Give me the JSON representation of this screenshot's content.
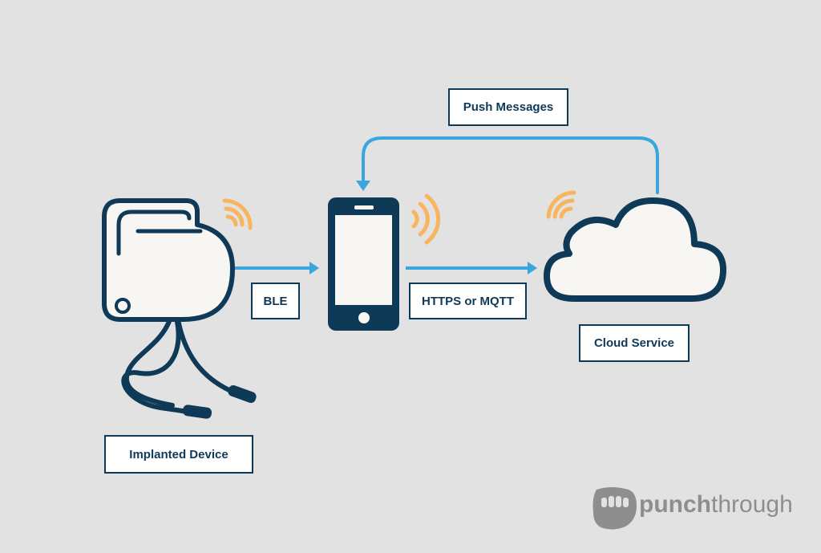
{
  "labels": {
    "push_messages": "Push Messages",
    "ble": "BLE",
    "https_mqtt": "HTTPS or MQTT",
    "cloud_service": "Cloud Service",
    "implanted_device": "Implanted Device"
  },
  "brand": {
    "bold_part": "punch",
    "light_part": "through"
  },
  "icons": {
    "implanted_device": "implanted-device-icon",
    "phone": "smartphone-icon",
    "cloud": "cloud-icon",
    "wireless": "wireless-signal-icon",
    "logo": "fist-logo-icon"
  },
  "colors": {
    "background": "#e2e2e2",
    "outline": "#0e3a57",
    "arrow": "#3aa6dd",
    "signal": "#f7b55f",
    "device_fill": "#f8f6f2",
    "brand_gray": "#8e8e8e"
  }
}
